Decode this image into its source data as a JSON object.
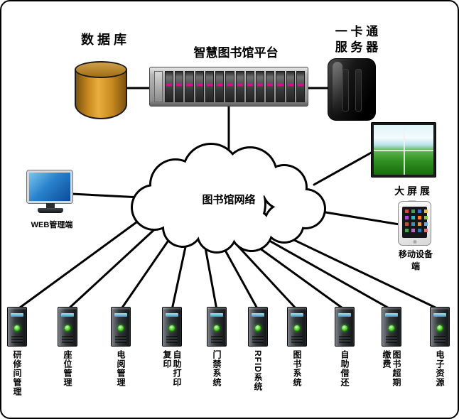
{
  "diagram_title": "智慧图书馆平台",
  "nodes": {
    "database": {
      "label": "数 据 库"
    },
    "platform": {
      "label": "智慧图书馆平台"
    },
    "card_server": {
      "label": "一 卡 通\n服 务 器"
    },
    "cloud": {
      "label": "图书馆网络"
    },
    "web_terminal": {
      "label": "WEB管理端"
    },
    "big_screen": {
      "label": "大 屏 展 示"
    },
    "mobile_device": {
      "label": "移动设备端"
    }
  },
  "terminals": [
    {
      "label": "研修间管理"
    },
    {
      "label": "座位管理"
    },
    {
      "label": "电阅管理"
    },
    {
      "label": "自助打印复印"
    },
    {
      "label": "门禁系统"
    },
    {
      "label": "RFID系统"
    },
    {
      "label": "图书系统"
    },
    {
      "label": "自助借还"
    },
    {
      "label": "图书超期缴费"
    },
    {
      "label": "电子资源"
    }
  ],
  "colors": {
    "database_cylinder": "#c98a1f",
    "connector_line": "#000000",
    "led_green": "#46d417",
    "drive_bay_magenta": "#d40e8c",
    "monitor_screen_blue": "#2a82cc",
    "video_wall_green": "#2e8f1f"
  }
}
